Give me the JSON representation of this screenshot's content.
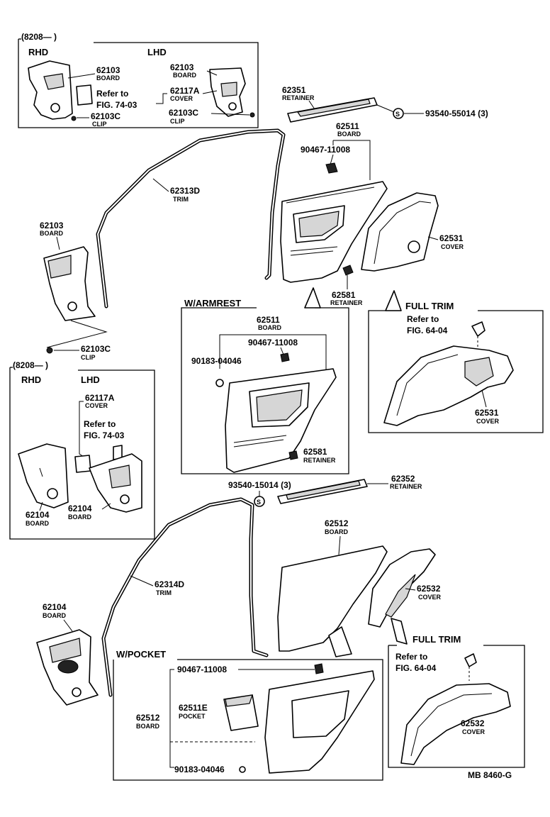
{
  "diagram": {
    "labels": {
      "date_top": "(8208—      )",
      "rhd_top": "RHD",
      "lhd_top": "LHD",
      "p62103_a": "62103",
      "board_a": "BOARD",
      "p62103_b": "62103",
      "board_b": "BOARD",
      "refer_a1": "Refer to",
      "refer_a2": "FIG. 74-03",
      "p62117a_a": "62117A",
      "cover_a": "COVER",
      "p62103c_a": "62103C",
      "clip_a": "CLIP",
      "p62103c_b": "62103C",
      "clip_b": "CLIP",
      "p62351": "62351",
      "retainer_62351": "RETAINER",
      "p93540_55014": "93540-55014 (3)",
      "s_mark_1": "S",
      "p62511_a": "62511",
      "board_62511_a": "BOARD",
      "p90467_a": "90467-11008",
      "p62313d": "62313D",
      "trim_62313d": "TRIM",
      "p62531_a": "62531",
      "cover_62531_a": "COVER",
      "p62103_c": "62103",
      "board_c": "BOARD",
      "p62581_a": "62581",
      "retainer_62581_a": "RETAINER",
      "w_armrest": "W/ARMREST",
      "full_trim_a": "FULL TRIM",
      "p62511_b": "62511",
      "board_62511_b": "BOARD",
      "p90467_b": "90467-11008",
      "p90183_a": "90183-04046",
      "refer_b1": "Refer to",
      "refer_b2": "FIG. 64-04",
      "p62531_b": "62531",
      "cover_62531_b": "COVER",
      "p62103c_c": "62103C",
      "clip_c": "CLIP",
      "date_mid": "(8208—      )",
      "rhd_mid": "RHD",
      "lhd_mid": "LHD",
      "p62117a_b": "62117A",
      "cover_b": "COVER",
      "refer_c1": "Refer to",
      "refer_c2": "FIG. 74-03",
      "p62581_b": "62581",
      "retainer_62581_b": "RETAINER",
      "p62104_a": "62104",
      "board_62104_a": "BOARD",
      "p62104_b": "62104",
      "board_62104_b": "BOARD",
      "p93540_15014": "93540-15014 (3)",
      "s_mark_2": "S",
      "p62352": "62352",
      "retainer_62352": "RETAINER",
      "p62512_a": "62512",
      "board_62512_a": "BOARD",
      "p62314d": "62314D",
      "trim_62314d": "TRIM",
      "p62532_a": "62532",
      "cover_62532_a": "COVER",
      "p62104_c": "62104",
      "board_62104_c": "BOARD",
      "full_trim_b": "FULL TRIM",
      "w_pocket": "W/POCKET",
      "refer_d1": "Refer to",
      "refer_d2": "FIG. 64-04",
      "p90467_c": "90467-11008",
      "p62512_b": "62512",
      "board_62512_b": "BOARD",
      "p62511e": "62511E",
      "pocket_62511e": "POCKET",
      "p62532_b": "62532",
      "cover_62532_b": "COVER",
      "p90183_b": "90183-04046",
      "ref_code": "MB 8460-G"
    }
  }
}
